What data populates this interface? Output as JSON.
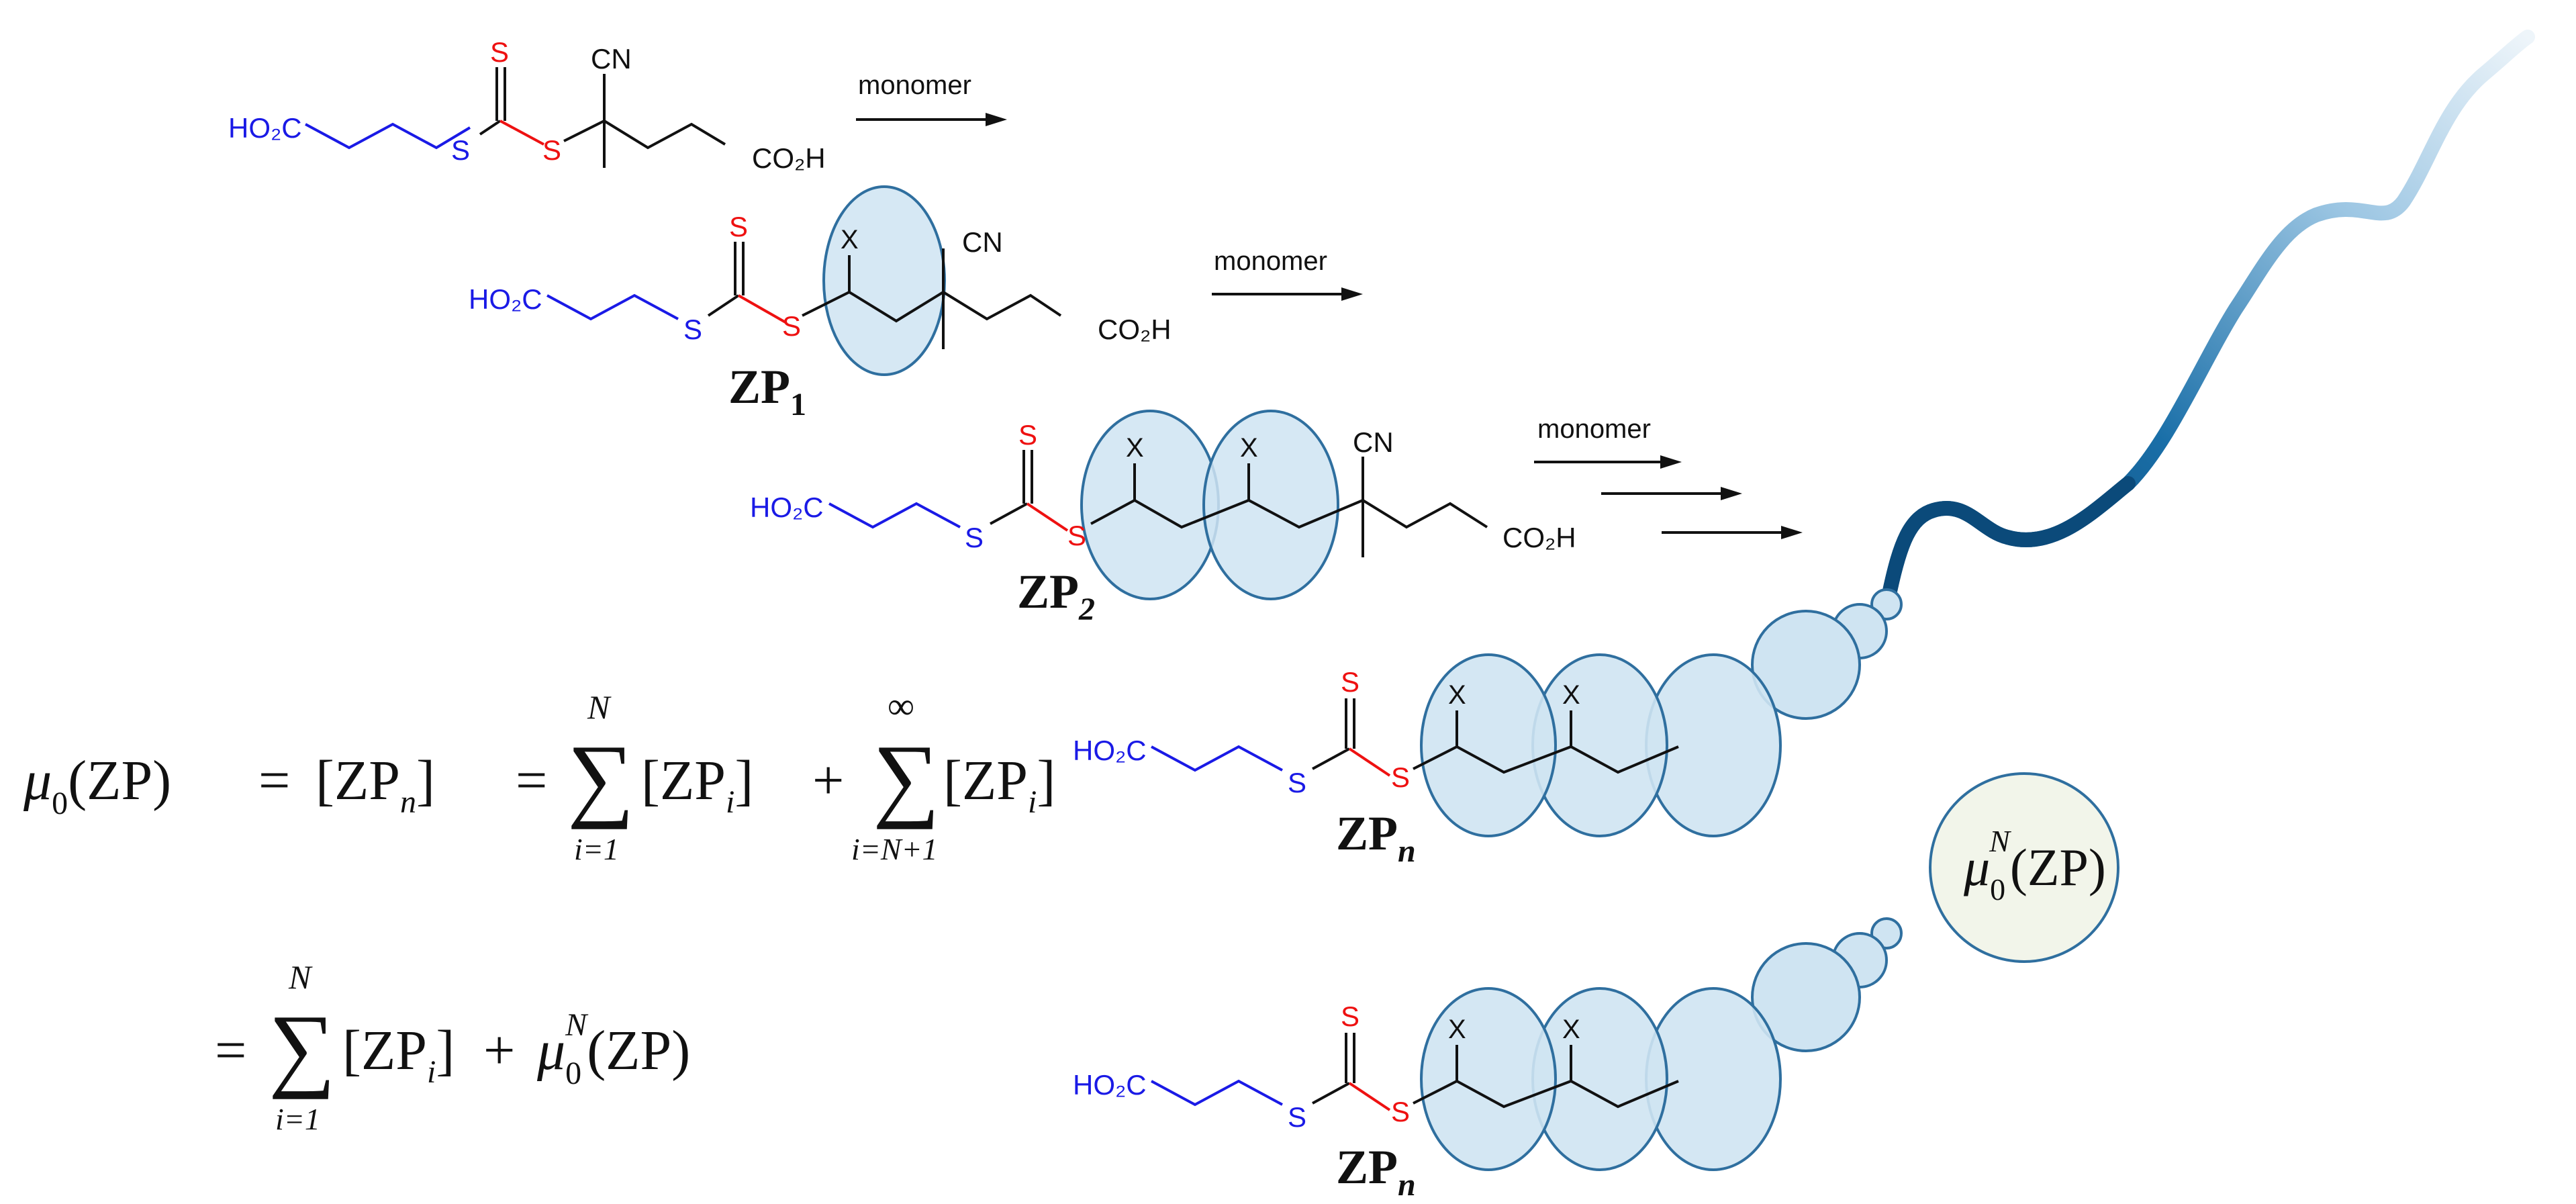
{
  "colors": {
    "bond": "#111111",
    "linker_blue": "#1a1ae6",
    "sulfur_red": "#ee1111",
    "unit_fill": "#cfe4f2",
    "unit_stroke": "#2f6f9f",
    "moment_fill": "#f2f5ea",
    "tail_dark": "#0b4a7a",
    "tail_light": "#e8f1f8"
  },
  "labels": {
    "monomer": "monomer",
    "cn": "CN",
    "co2h": "CO₂H",
    "ho2c": "HO₂C",
    "s": "S",
    "x": "X"
  },
  "species": {
    "zp1_main": "ZP",
    "zp1_sub": "1",
    "zp2_main": "ZP",
    "zp2_sub": "2",
    "zpn_main": "ZP",
    "zpn_sub": "n"
  },
  "equation": {
    "mu": "μ",
    "zero": "0",
    "zp": "(ZP)",
    "eq": "=",
    "zpn_bracket_open": "[ZP",
    "n": "n",
    "close": "]",
    "sum": "∑",
    "sum_upper_1": "N",
    "sum_lower_1": "i=1",
    "zpi": "[ZP",
    "i": "i",
    "plus": "+",
    "sum_upper_2": "∞",
    "sum_lower_2": "i=N+1",
    "moment_N": "N"
  }
}
